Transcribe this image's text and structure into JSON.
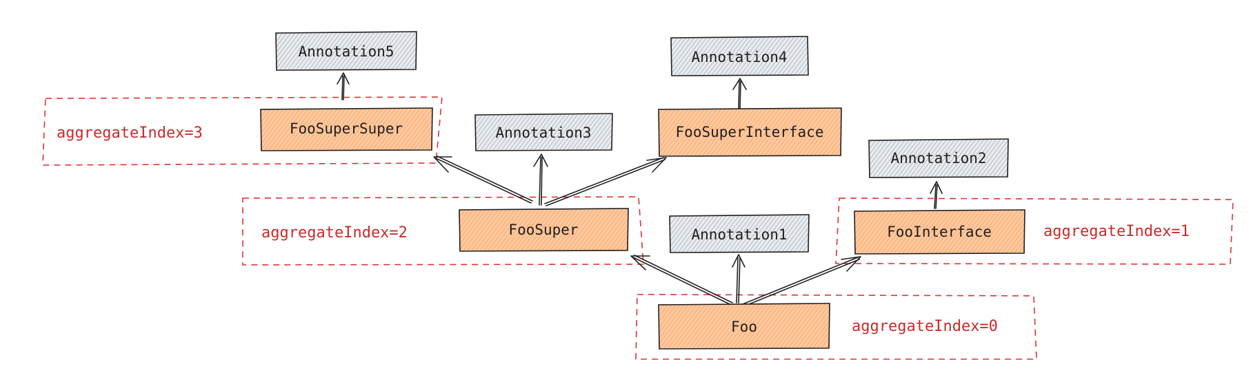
{
  "colors": {
    "class_fill": "#ffc9a0",
    "class_hatch": "#f08c3a",
    "annotation_fill": "#e9ecef",
    "annotation_hatch": "#868e96",
    "stroke": "#1e1e1e",
    "group_red": "#e03131",
    "group_text": "#c92a2a"
  },
  "nodes": {
    "annotation5": {
      "label": "Annotation5",
      "kind": "annotation"
    },
    "annotation4": {
      "label": "Annotation4",
      "kind": "annotation"
    },
    "annotation3": {
      "label": "Annotation3",
      "kind": "annotation"
    },
    "annotation2": {
      "label": "Annotation2",
      "kind": "annotation"
    },
    "annotation1": {
      "label": "Annotation1",
      "kind": "annotation"
    },
    "foo_super_super": {
      "label": "FooSuperSuper",
      "kind": "class"
    },
    "foo_super_interface": {
      "label": "FooSuperInterface",
      "kind": "class"
    },
    "foo_super": {
      "label": "FooSuper",
      "kind": "class"
    },
    "foo_interface": {
      "label": "FooInterface",
      "kind": "class"
    },
    "foo": {
      "label": "Foo",
      "kind": "class"
    }
  },
  "groups": {
    "g3": {
      "label": "aggregateIndex=3"
    },
    "g2": {
      "label": "aggregateIndex=2"
    },
    "g1": {
      "label": "aggregateIndex=1"
    },
    "g0": {
      "label": "aggregateIndex=0"
    }
  },
  "edges": [
    {
      "from": "FooSuperSuper",
      "to": "Annotation5"
    },
    {
      "from": "FooSuperInterface",
      "to": "Annotation4"
    },
    {
      "from": "FooSuper",
      "to": "Annotation3"
    },
    {
      "from": "FooSuper",
      "to": "FooSuperSuper"
    },
    {
      "from": "FooSuper",
      "to": "FooSuperInterface"
    },
    {
      "from": "FooInterface",
      "to": "Annotation2"
    },
    {
      "from": "Foo",
      "to": "Annotation1"
    },
    {
      "from": "Foo",
      "to": "FooSuper"
    },
    {
      "from": "Foo",
      "to": "FooInterface"
    }
  ]
}
